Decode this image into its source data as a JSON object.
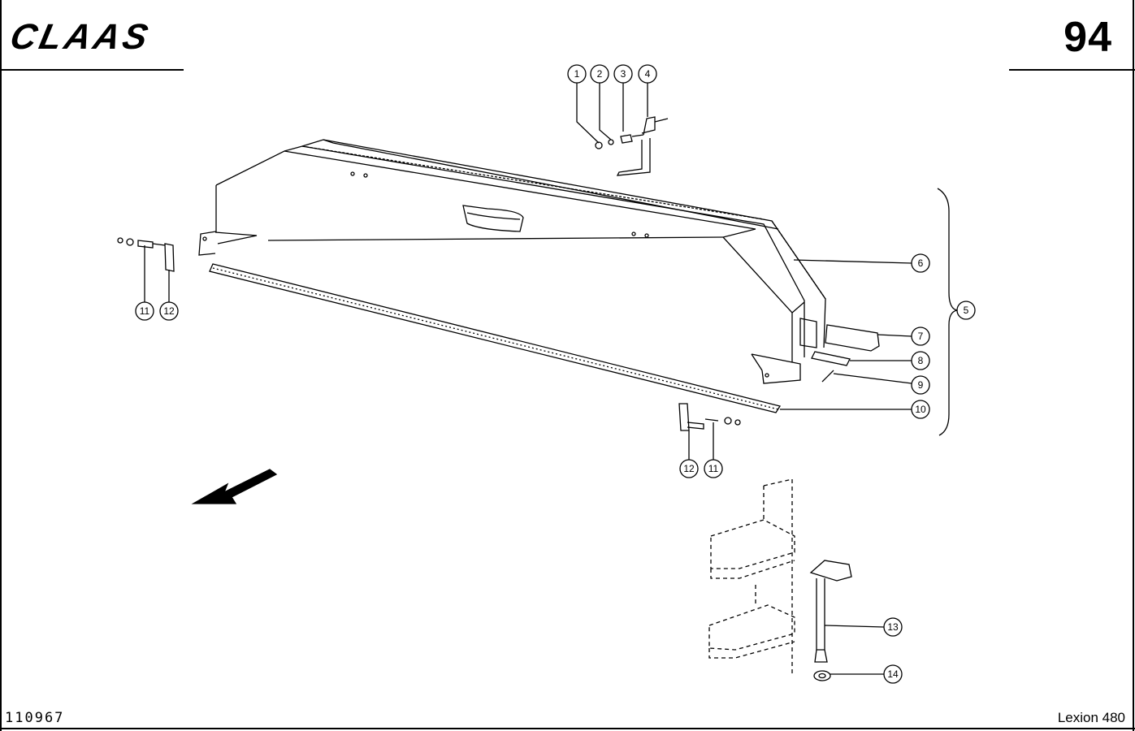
{
  "header": {
    "logo_text": "CLAAS",
    "page_number": "94"
  },
  "footer": {
    "drawing_number": "110967",
    "model": "Lexion 480"
  },
  "callouts": [
    "1",
    "2",
    "3",
    "4",
    "5",
    "6",
    "7",
    "8",
    "9",
    "10",
    "11",
    "12",
    "11",
    "12",
    "13",
    "14"
  ]
}
